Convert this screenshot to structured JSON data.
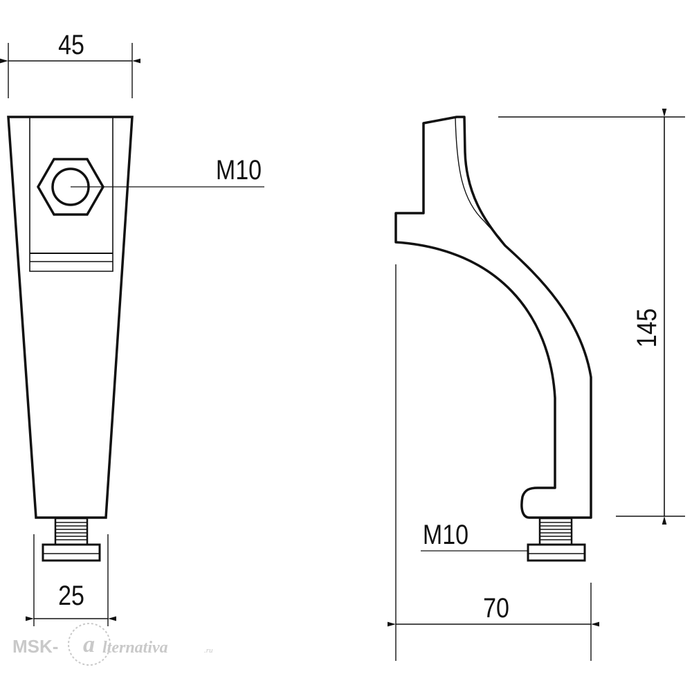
{
  "dimensions": {
    "front_width": "45",
    "front_thread": "M10",
    "front_base_width": "25",
    "side_height": "145",
    "side_thread": "M10",
    "side_depth": "70"
  },
  "watermark": {
    "prefix": "MSK-",
    "glyph": "a",
    "suffix": "lternativa",
    "domain": ".ru"
  },
  "colors": {
    "stroke": "#111111",
    "watermark": "#c9c9c9"
  }
}
